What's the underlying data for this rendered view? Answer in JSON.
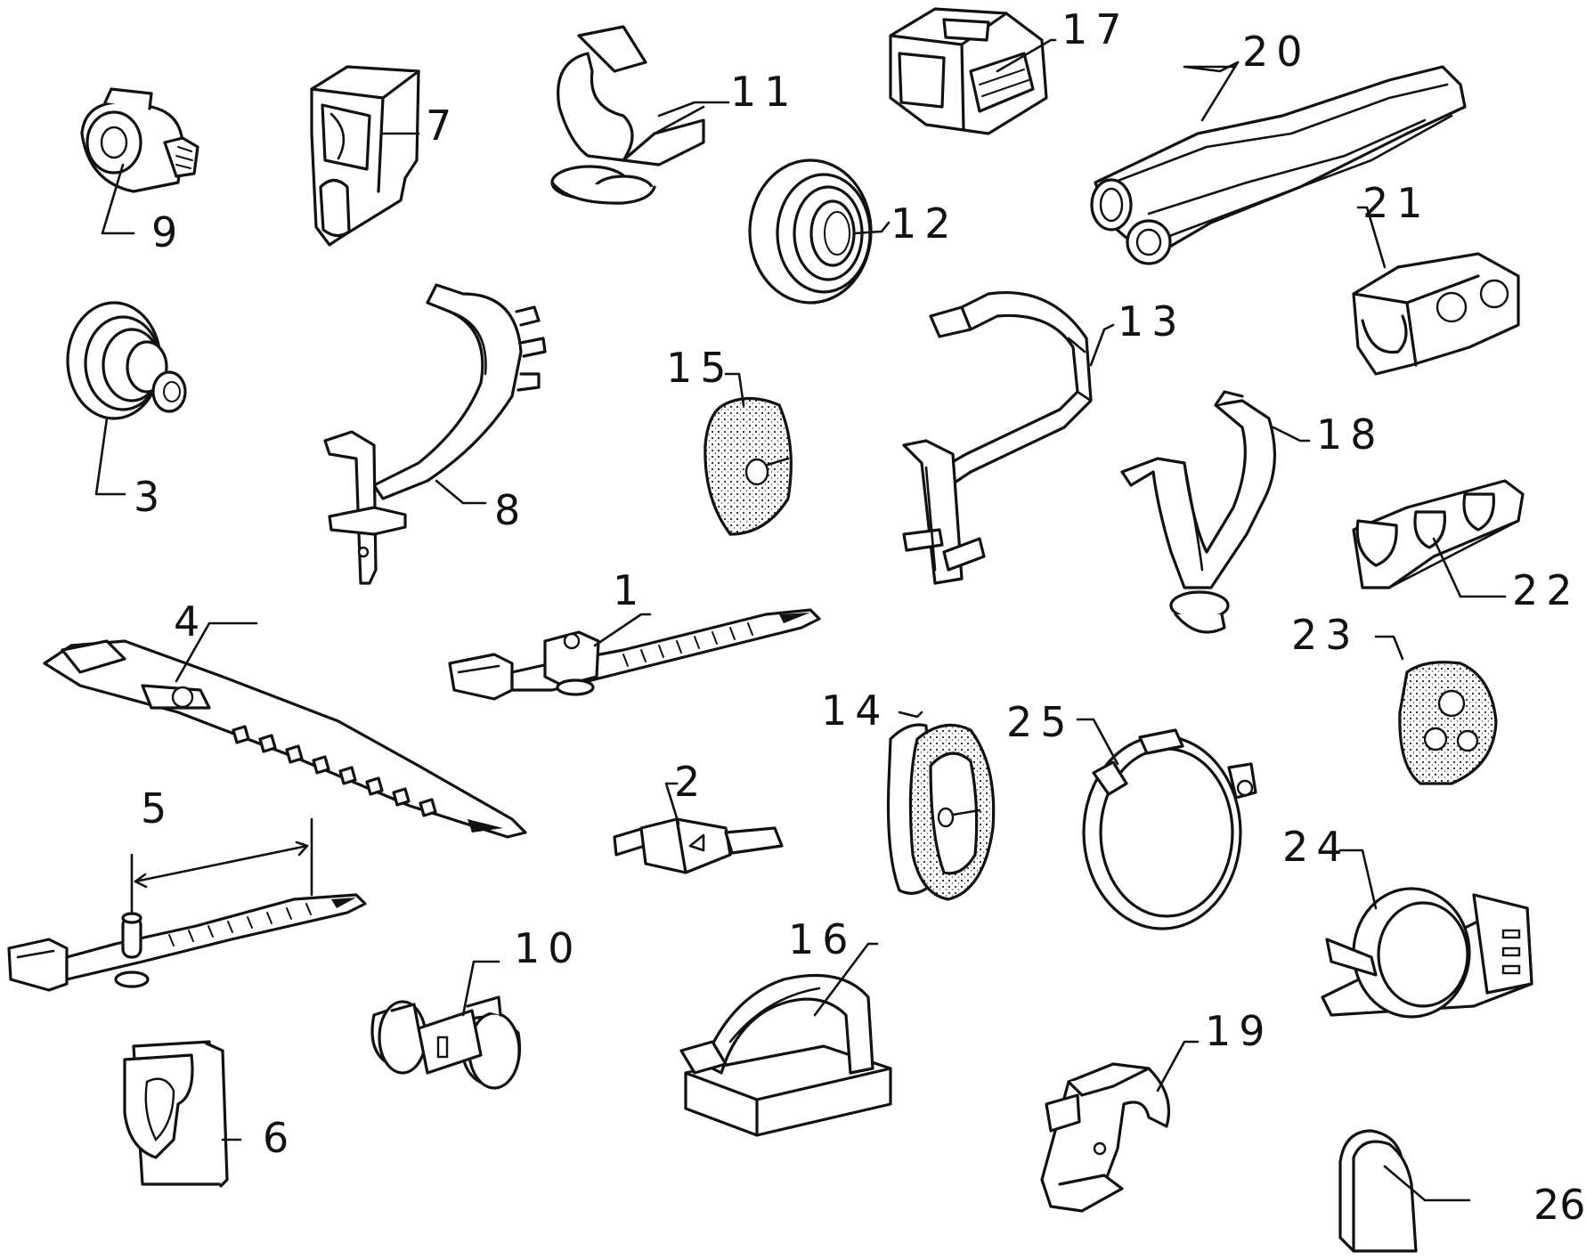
{
  "callouts": {
    "c1": "1",
    "c2": "2",
    "c3": "3",
    "c4": "4",
    "c5": "5",
    "c6": "6",
    "c7": "7",
    "c8": "8",
    "c9": "9",
    "c10": "10",
    "c11": "11",
    "c12": "12",
    "c13": "13",
    "c14": "14",
    "c15": "15",
    "c16": "16",
    "c17": "17",
    "c18": "18",
    "c19": "19",
    "c20": "20",
    "c21": "21",
    "c22": "22",
    "c23": "23",
    "c24": "24",
    "c25": "25",
    "c26": "26"
  },
  "colors": {
    "line": "#111111",
    "background": "#ffffff",
    "speckle": "#cfcfcf"
  }
}
